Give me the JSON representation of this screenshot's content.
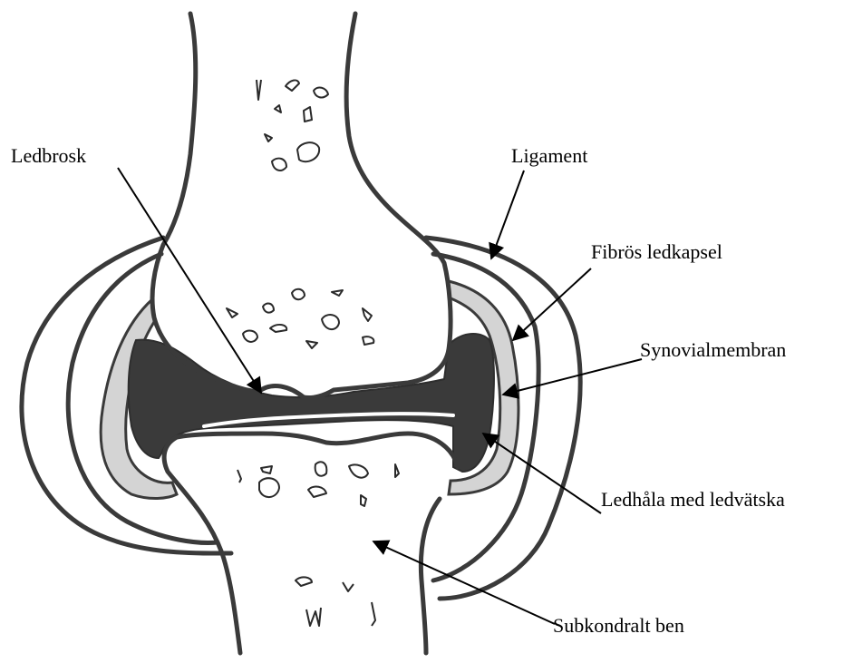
{
  "labels": {
    "ledbrosk": "Ledbrosk",
    "ligament": "Ligament",
    "fibros_ledkapsel": "Fibrös ledkapsel",
    "synovialmembran": "Synovialmembran",
    "ledhala": "Ledhåla med ledvätska",
    "subkondralt_ben": "Subkondralt ben"
  },
  "colors": {
    "bone_outline": "#3a3a3a",
    "cartilage_fill": "#3a3a3a",
    "synovial_fill": "#d4d4d4",
    "background": "#ffffff",
    "label_text": "#000000"
  }
}
